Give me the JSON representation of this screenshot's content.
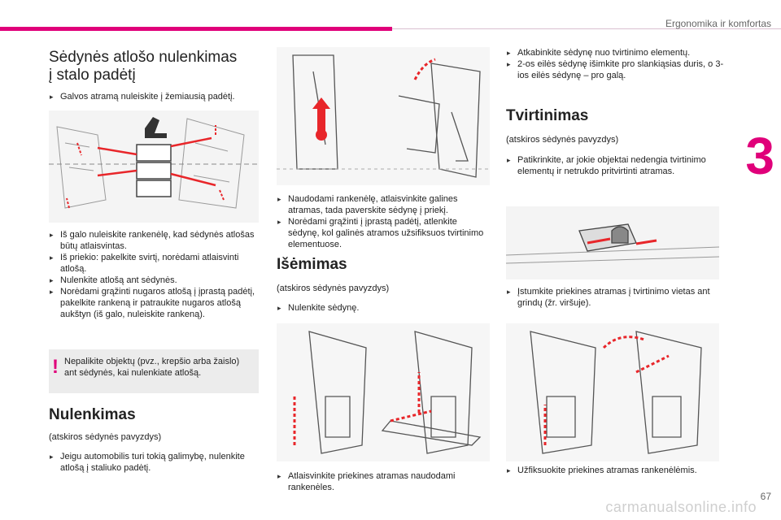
{
  "header": {
    "section": "Ergonomika ir komfortas",
    "chapter": "3"
  },
  "footer": {
    "page": "67",
    "watermark": "carmanualsonline.info"
  },
  "col1": {
    "title1": "Sėdynės atlošo nulenkimas",
    "title2": "į stalo padėtį",
    "bullet_intro": "Galvos atramą nuleiskite į žemiausią padėtį.",
    "bullets": [
      "Iš galo nuleiskite rankenėlę, kad sėdynės atlošas būtų atlaisvintas.",
      "Iš priekio: pakelkite svirtį, norėdami atlaisvinti atlošą.",
      "Nulenkite atlošą ant sėdynės.",
      "Norėdami grąžinti nugaros atlošą į įprastą padėtį, pakelkite rankeną ir patraukite nugaros atlošą aukštyn (iš galo, nuleiskite rankeną)."
    ],
    "note_mark": "!",
    "note": "Nepalikite objektų (pvz., krepšio arba žaislo) ant sėdynės, kai nulenkiate atlošą.",
    "nul_title": "Nulenkimas",
    "nul_sub": "(atskiros sėdynės pavyzdys)",
    "nul_bullet": "Jeigu automobilis turi tokią galimybę, nulenkite atlošą į staliuko padėtį."
  },
  "col2": {
    "bullets": [
      "Naudodami rankenėlę, atlaisvinkite galines atramas, tada paverskite sėdynę į priekį.",
      "Norėdami grąžinti į įprastą padėtį, atlenkite sėdynę, kol galinės atramos užsifiksuos tvirtinimo elementuose."
    ],
    "title": "Išėmimas",
    "sub": "(atskiros sėdynės pavyzdys)",
    "bullet_remove": "Nulenkite sėdynę.",
    "bullet_bottom": "Atlaisvinkite priekines atramas naudodami rankenėles."
  },
  "col3": {
    "bullets_top": [
      "Atkabinkite sėdynę nuo tvirtinimo elementų.",
      "2-os eilės sėdynę išimkite pro slankiąsias duris, o 3-ios eilės sėdynę – pro galą."
    ],
    "title": "Tvirtinimas",
    "sub": "(atskiros sėdynės pavyzdys)",
    "bullet_check": "Patikrinkite, ar jokie objektai nedengia tvirtinimo elementų ir netrukdo pritvirtinti atramas.",
    "bullet_push": "Įstumkite priekines atramas į tvirtinimo vietas ant grindų (žr. viršuje).",
    "bullet_lock": "Užfiksuokite priekines atramas rankenėlėmis."
  },
  "colors": {
    "accent": "#e0007a",
    "arrow": "#e8262a",
    "note_bg": "#ececec"
  }
}
